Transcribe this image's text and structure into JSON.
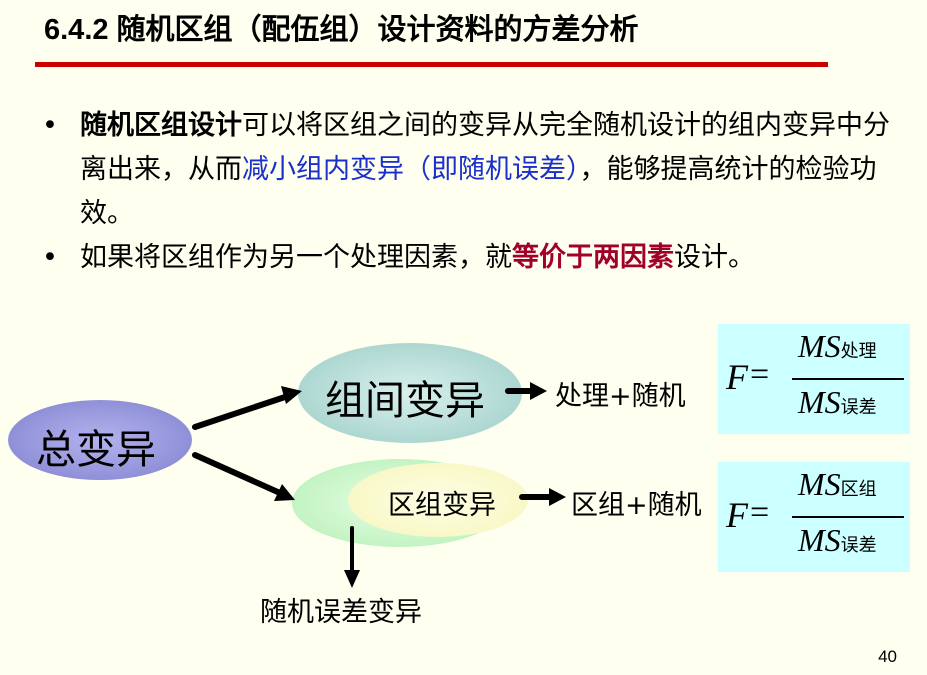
{
  "slide": {
    "title": "6.4.2 随机区组（配伍组）设计资料的方差分析",
    "page_number": "40"
  },
  "bullets": [
    {
      "marker": "•",
      "part1_bold": "随机区组设计",
      "part2": "可以将区组之间的变异从完全随机设计的组内变异中分离出来，从而",
      "part3_blue": "减小组内变异（即随机误差）",
      "part4": "，能够提高统计的检验功效。"
    },
    {
      "marker": "•",
      "part1": "如果将区组作为另一个处理因素，就",
      "part2_red": "等价于两因素",
      "part3": "设计。"
    }
  ],
  "diagram": {
    "total": "总变异",
    "between": "组间变异",
    "between_result": "处理+随机",
    "block": "区组变异",
    "block_result": "区组+随机",
    "random": "随机误差变异"
  },
  "formulas": [
    {
      "lhs": "F",
      "eq": "=",
      "num_main": "MS",
      "num_sub": "处理",
      "den_main": "MS",
      "den_sub": "误差"
    },
    {
      "lhs": "F",
      "eq": "=",
      "num_main": "MS",
      "num_sub": "区组",
      "den_main": "MS",
      "den_sub": "误差"
    }
  ],
  "colors": {
    "title_rule": "#cc0000",
    "emphasis_blue": "#1a2fcc",
    "emphasis_red": "#a0002a",
    "total_ellipse": "#9999dd",
    "between_ellipse": "#bfe0dc",
    "within_ellipse": "#ccffcc",
    "block_ellipse": "#ffffcc",
    "formula_box": "#ccffff"
  }
}
